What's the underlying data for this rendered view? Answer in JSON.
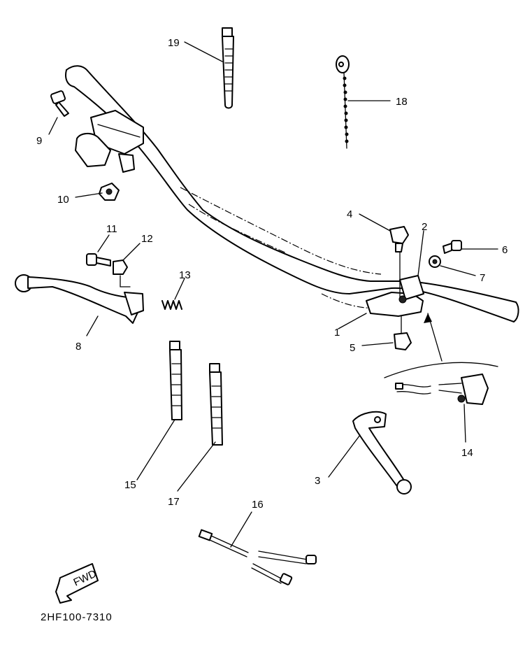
{
  "diagram": {
    "part_labels": [
      "1",
      "2",
      "3",
      "4",
      "5",
      "6",
      "7",
      "8",
      "9",
      "10",
      "11",
      "12",
      "13",
      "14",
      "15",
      "16",
      "17",
      "18",
      "19"
    ],
    "direction_badge": "FWD",
    "reference_code": "2HF100-7310"
  }
}
